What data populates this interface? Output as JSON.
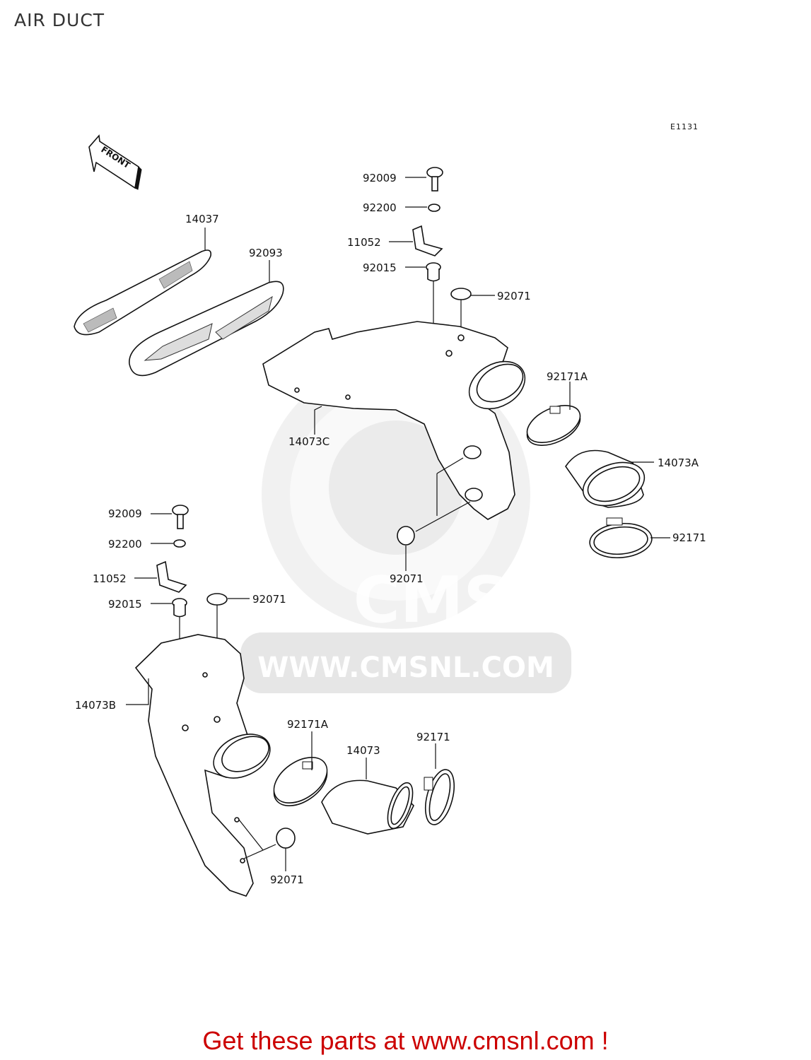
{
  "page": {
    "title": "AIR DUCT",
    "diagram_code": "E1131"
  },
  "orientation": {
    "label": "FRONT"
  },
  "watermark": {
    "brand": "CMS",
    "url": "WWW.CMSNL.COM"
  },
  "callouts": {
    "c01": "92009",
    "c02": "92200",
    "c03": "11052",
    "c04": "92015",
    "c05": "92071",
    "c06": "14037",
    "c07": "92093",
    "c08": "92171A",
    "c09": "14073C",
    "c10": "14073A",
    "c11": "92071",
    "c12": "92171",
    "c13": "92009",
    "c14": "92200",
    "c15": "11052",
    "c16": "92015",
    "c17": "92071",
    "c18": "14073B",
    "c19": "92171A",
    "c20": "14073",
    "c21": "92171",
    "c22": "92071"
  },
  "footer": {
    "text": "Get these parts at www.cmsnl.com !"
  }
}
